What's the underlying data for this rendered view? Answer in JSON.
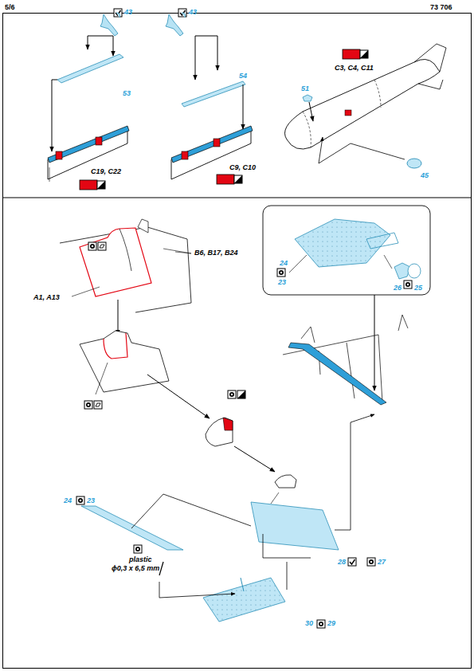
{
  "diagram": {
    "labels": [
      "5/6",
      "73 706",
      "43",
      "53",
      "C19, C22",
      "43",
      "54",
      "C9, C10",
      "C3, C4, C11",
      "51",
      "45",
      "B6, B17, B24",
      "A1, A13",
      "24",
      "23",
      "26",
      "25",
      "24",
      "23",
      "plastic",
      "ϕ0,3 x 6,5 mm",
      "28",
      "27",
      "30",
      "29"
    ]
  }
}
